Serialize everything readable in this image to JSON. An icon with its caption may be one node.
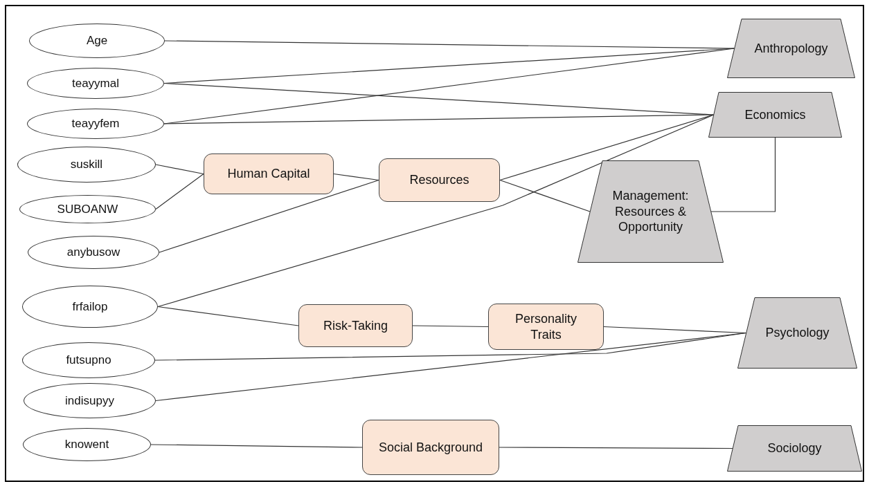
{
  "diagram": {
    "nodes": [
      {
        "text": [
          "Age"
        ]
      },
      {
        "text": [
          "teayymal"
        ]
      },
      {
        "text": [
          "teayyfem"
        ]
      },
      {
        "text": [
          "suskill"
        ]
      },
      {
        "text": [
          "SUBOANW"
        ]
      },
      {
        "text": [
          "anybusow"
        ]
      },
      {
        "text": [
          "frfailop"
        ]
      },
      {
        "text": [
          "futsupno"
        ]
      },
      {
        "text": [
          "indisupyy"
        ]
      },
      {
        "text": [
          "knowent"
        ]
      },
      {
        "text": [
          "Human Capital"
        ]
      },
      {
        "text": [
          "Resources"
        ]
      },
      {
        "text": [
          "Risk-Taking"
        ]
      },
      {
        "text": [
          "Personality Traits"
        ]
      },
      {
        "text": [
          "Social Background"
        ]
      },
      {
        "text": [
          "Anthropology"
        ]
      },
      {
        "text": [
          "Economics"
        ]
      },
      {
        "text": [
          "Management: Resources & Opportunity"
        ]
      },
      {
        "text": [
          "Psychology"
        ]
      },
      {
        "text": [
          "Sociology"
        ]
      }
    ],
    "edges": [
      {
        "from": 0,
        "to": 15,
        "arrow": "none"
      },
      {
        "from": 1,
        "to": 15,
        "arrow": "none"
      },
      {
        "from": 1,
        "to": 16,
        "arrow": "none"
      },
      {
        "from": 2,
        "to": 15,
        "arrow": "none"
      },
      {
        "from": 2,
        "to": 16,
        "arrow": "none"
      },
      {
        "from": 3,
        "to": 10,
        "arrow": "none"
      },
      {
        "from": 4,
        "to": 10,
        "arrow": "none"
      },
      {
        "from": 10,
        "to": 11,
        "arrow": "none"
      },
      {
        "from": 11,
        "to": 16,
        "arrow": "none"
      },
      {
        "from": 11,
        "to": 17,
        "arrow": "none"
      },
      {
        "from": 5,
        "to": 11,
        "arrow": "none"
      },
      {
        "from": 6,
        "to": 16,
        "arrow": "none"
      },
      {
        "from": 6,
        "to": 12,
        "arrow": "none"
      },
      {
        "from": 12,
        "to": 13,
        "arrow": "none"
      },
      {
        "from": 13,
        "to": 18,
        "arrow": "none"
      },
      {
        "from": 7,
        "to": 18,
        "arrow": "none"
      },
      {
        "from": 8,
        "to": 18,
        "arrow": "none"
      },
      {
        "from": 9,
        "to": 14,
        "arrow": "none"
      },
      {
        "from": 14,
        "to": 19,
        "arrow": "none"
      },
      {
        "from": 17,
        "to": 16,
        "arrow": "none"
      }
    ]
  }
}
